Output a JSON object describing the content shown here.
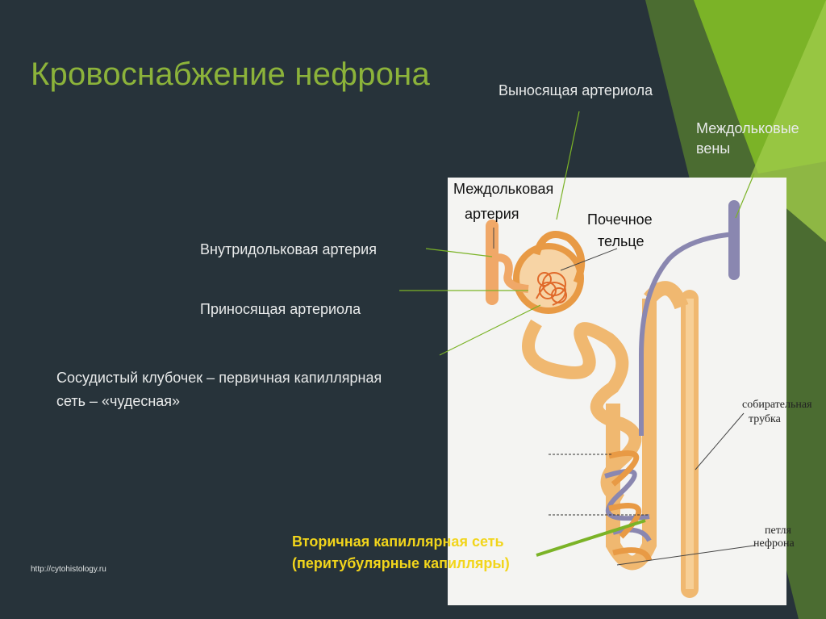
{
  "slide": {
    "title": "Кровоснабжение нефрона",
    "source_url": "http://cytohistology.ru",
    "labels": {
      "efferent_arteriole": "Выносящая артериола",
      "interlobular_veins_1": "Междольковые",
      "interlobular_veins_2": "вены",
      "interlobular_artery_1": "Междольковая",
      "interlobular_artery_2": "артерия",
      "renal_corpuscle_1": "Почечное",
      "renal_corpuscle_2": "тельце",
      "intralobular_artery": "Внутридольковая артерия",
      "afferent_arteriole": "Приносящая артериола",
      "glomerulus_1": "Сосудистый клубочек – первичная капиллярная",
      "glomerulus_2": "сеть – «чудесная»",
      "collecting_duct_1": "собирательная",
      "collecting_duct_2": "трубка",
      "nephron_loop_1": "петля",
      "nephron_loop_2": "нефрона",
      "secondary_network_1": "Вторичная капиллярная сеть",
      "secondary_network_2": "(перитубулярные капилляры)"
    },
    "colors": {
      "background": "#27333a",
      "title": "#8cb33a",
      "accent_green": "#7bb327",
      "highlight_yellow": "#f2d51b",
      "tubule_orange": "#f0b870",
      "vessel_purple": "#8a87b0"
    }
  }
}
